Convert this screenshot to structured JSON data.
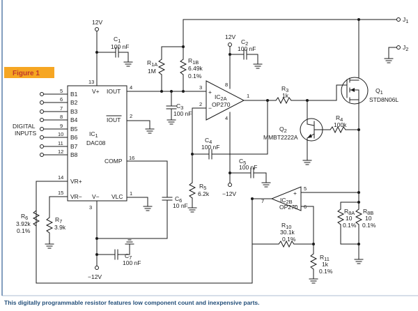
{
  "figure_label": "Figure 1",
  "caption": "This digitally programmable resistor features low component count and inexpensive parts.",
  "colors": {
    "wire": "#1a1a1a",
    "figure_label": "#c0392b",
    "figure_label_bg": "#f6a623",
    "caption": "#234f7a",
    "left_rule": "#5a7fa8"
  },
  "supplies": {
    "top_12v": "12V",
    "opamp_12v": "12V",
    "neg_12v_opamp": "−12V",
    "neg_12v_bottom": "−12V"
  },
  "terminals": {
    "j1": "J",
    "j1_sub": "1",
    "j2": "J",
    "j2_sub": "2"
  },
  "dac": {
    "ref": "IC",
    "ref_sub": "1",
    "part": "DAC08",
    "pins_left": [
      {
        "num": "5",
        "name": "B1"
      },
      {
        "num": "6",
        "name": "B2"
      },
      {
        "num": "7",
        "name": "B3"
      },
      {
        "num": "8",
        "name": "B4"
      },
      {
        "num": "9",
        "name": "B5"
      },
      {
        "num": "10",
        "name": "B6"
      },
      {
        "num": "11",
        "name": "B7"
      },
      {
        "num": "12",
        "name": "B8"
      }
    ],
    "pin_vplus": {
      "num": "13",
      "name": "V+"
    },
    "pin_iout": {
      "num": "4",
      "name": "IOUT"
    },
    "pin_iout_bar": {
      "num": "2",
      "name": "IOUT"
    },
    "pin_comp": {
      "num": "16",
      "name": "COMP"
    },
    "pin_vrplus": {
      "num": "14",
      "name": "VR+"
    },
    "pin_vrminus": {
      "num": "15",
      "name": "VR−"
    },
    "pin_vlc": {
      "num": "1",
      "name": "VLC"
    },
    "pin_vminus": {
      "num": "3",
      "name": "V−"
    }
  },
  "digital_inputs": {
    "line1": "DIGITAL",
    "line2": "INPUTS"
  },
  "opamp_a": {
    "ref": "IC",
    "ref_sub": "2A",
    "part": "OP270",
    "pin_plus": "3",
    "pin_minus": "2",
    "pin_out": "1",
    "pin_vpos": "8",
    "pin_vneg": "4"
  },
  "opamp_b": {
    "ref": "IC",
    "ref_sub": "2B",
    "part": "OP270",
    "pin_plus": "5",
    "pin_minus": "6",
    "pin_out": "7"
  },
  "components": {
    "c1": {
      "ref": "C",
      "sub": "1",
      "value": "100 nF"
    },
    "c2": {
      "ref": "C",
      "sub": "2",
      "value": "100 nF"
    },
    "c3": {
      "ref": "C",
      "sub": "3",
      "value": "100 nF"
    },
    "c4": {
      "ref": "C",
      "sub": "4",
      "value": "100 nF"
    },
    "c5": {
      "ref": "C",
      "sub": "5",
      "value": "100 nF"
    },
    "c6": {
      "ref": "C",
      "sub": "6",
      "value": "10 nF"
    },
    "c7": {
      "ref": "C",
      "sub": "7",
      "value": "100 nF"
    },
    "r1a": {
      "ref": "R",
      "sub": "1A",
      "value": "1M"
    },
    "r1b": {
      "ref": "R",
      "sub": "1B",
      "value": "6.49k",
      "tol": "0.1%"
    },
    "r3": {
      "ref": "R",
      "sub": "3",
      "value": "1k"
    },
    "r4": {
      "ref": "R",
      "sub": "4",
      "value": "100k"
    },
    "r5": {
      "ref": "R",
      "sub": "5",
      "value": "6.2k"
    },
    "r6": {
      "ref": "R",
      "sub": "6",
      "value": "3.92k",
      "tol": "0.1%"
    },
    "r7": {
      "ref": "R",
      "sub": "7",
      "value": "3.9k"
    },
    "r8a": {
      "ref": "R",
      "sub": "8A",
      "value": "10",
      "tol": "0.1%"
    },
    "r8b": {
      "ref": "R",
      "sub": "8B",
      "value": "10",
      "tol": "0.1%"
    },
    "r10": {
      "ref": "R",
      "sub": "10",
      "value": "30.1k",
      "tol": "0.1%"
    },
    "r11": {
      "ref": "R",
      "sub": "11",
      "value": "1k",
      "tol": "0.1%"
    },
    "q1": {
      "ref": "Q",
      "sub": "1",
      "part": "STD8N06L"
    },
    "q2": {
      "ref": "Q",
      "sub": "2",
      "part": "MMBT2222A"
    }
  }
}
